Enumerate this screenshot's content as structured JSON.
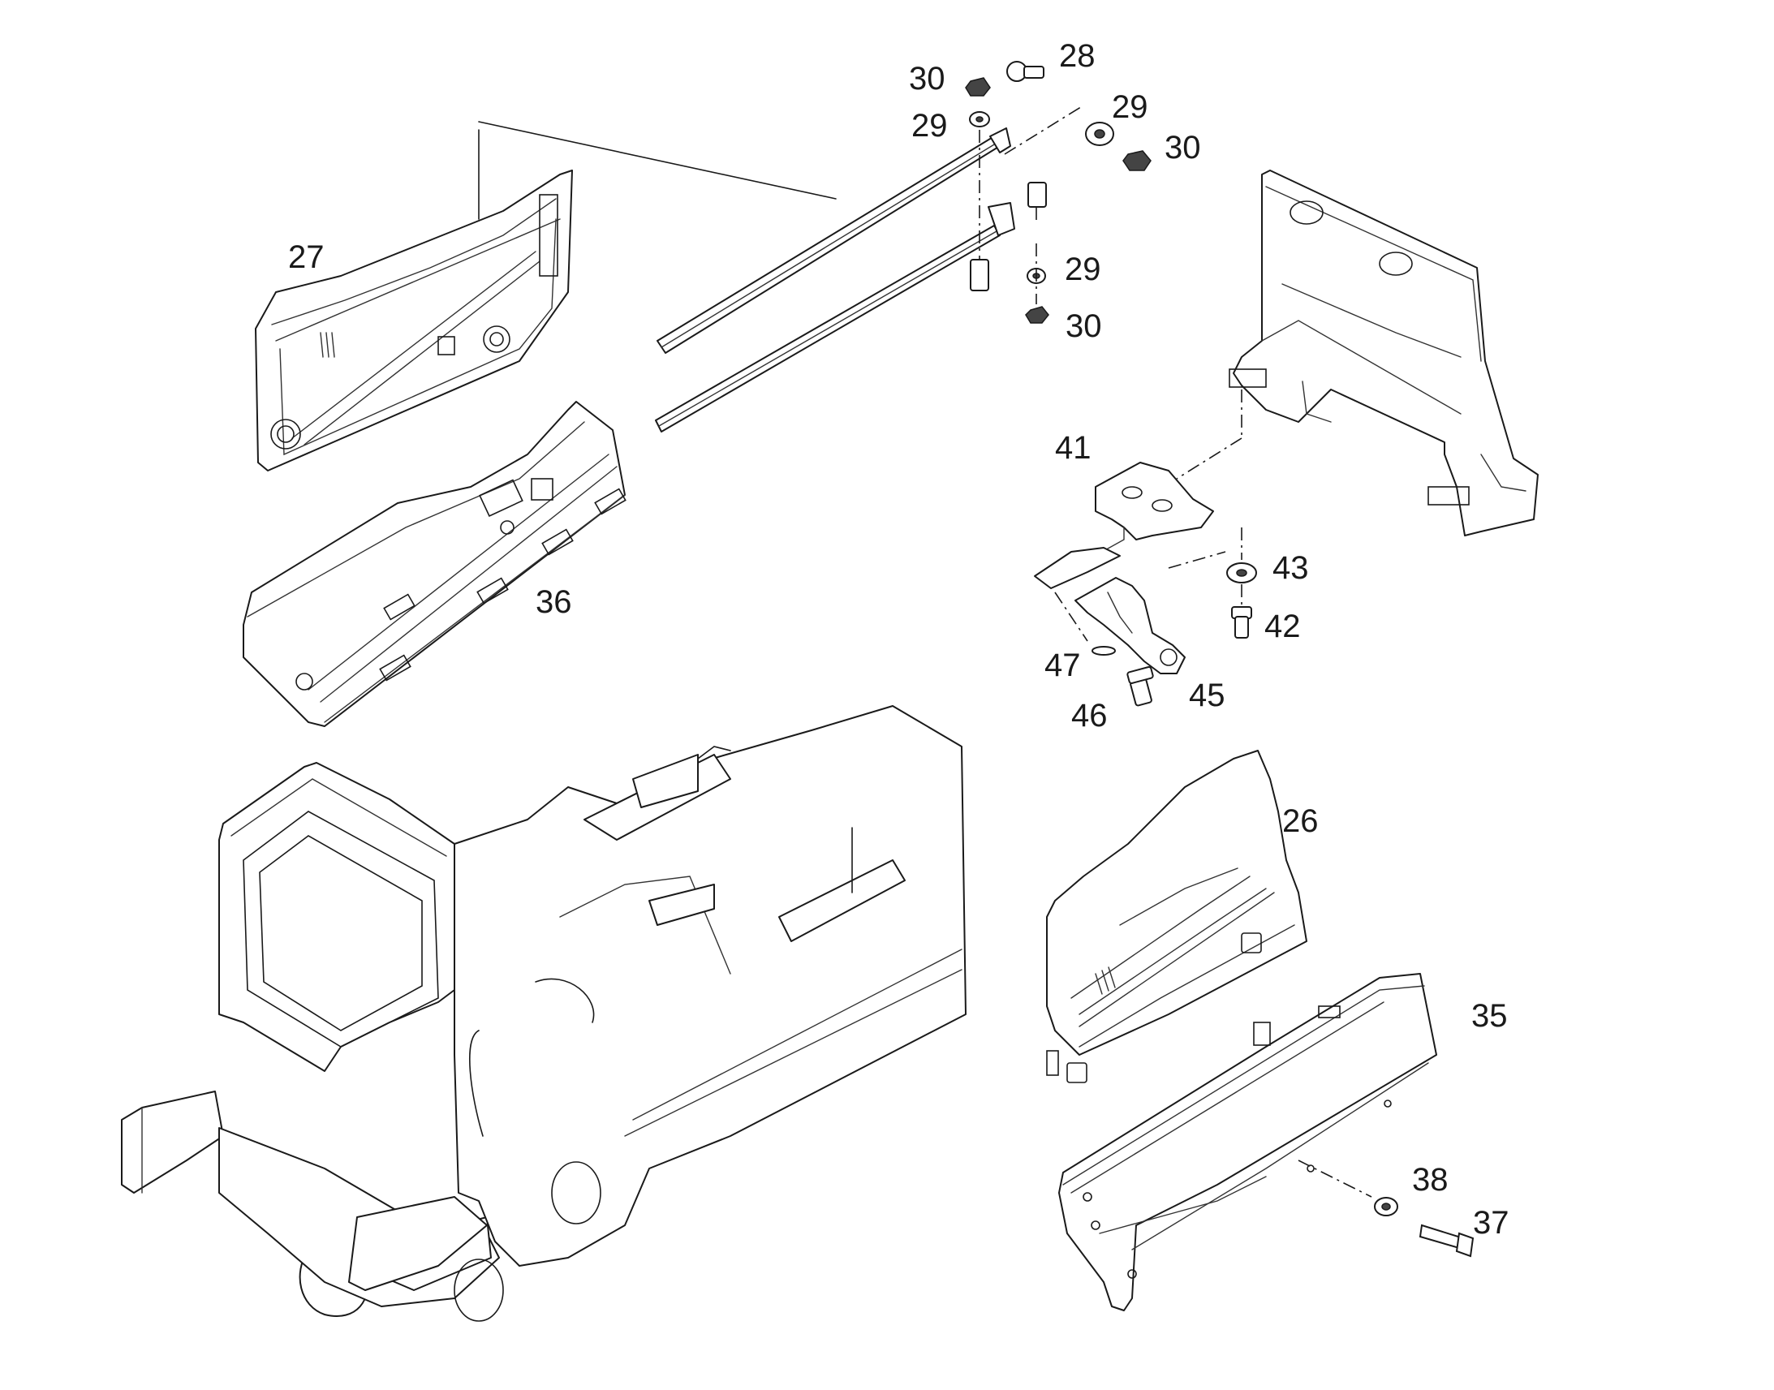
{
  "callouts": [
    {
      "id": "c27",
      "text": "27"
    },
    {
      "id": "c36",
      "text": "36"
    },
    {
      "id": "c28",
      "text": "28"
    },
    {
      "id": "c30a",
      "text": "30"
    },
    {
      "id": "c29a",
      "text": "29"
    },
    {
      "id": "c29b",
      "text": "29"
    },
    {
      "id": "c30b",
      "text": "30"
    },
    {
      "id": "c29c",
      "text": "29"
    },
    {
      "id": "c30c",
      "text": "30"
    },
    {
      "id": "c41",
      "text": "41"
    },
    {
      "id": "c43",
      "text": "43"
    },
    {
      "id": "c42",
      "text": "42"
    },
    {
      "id": "c47",
      "text": "47"
    },
    {
      "id": "c45",
      "text": "45"
    },
    {
      "id": "c46",
      "text": "46"
    },
    {
      "id": "c26",
      "text": "26"
    },
    {
      "id": "c35",
      "text": "35"
    },
    {
      "id": "c38",
      "text": "38"
    },
    {
      "id": "c37",
      "text": "37"
    }
  ]
}
